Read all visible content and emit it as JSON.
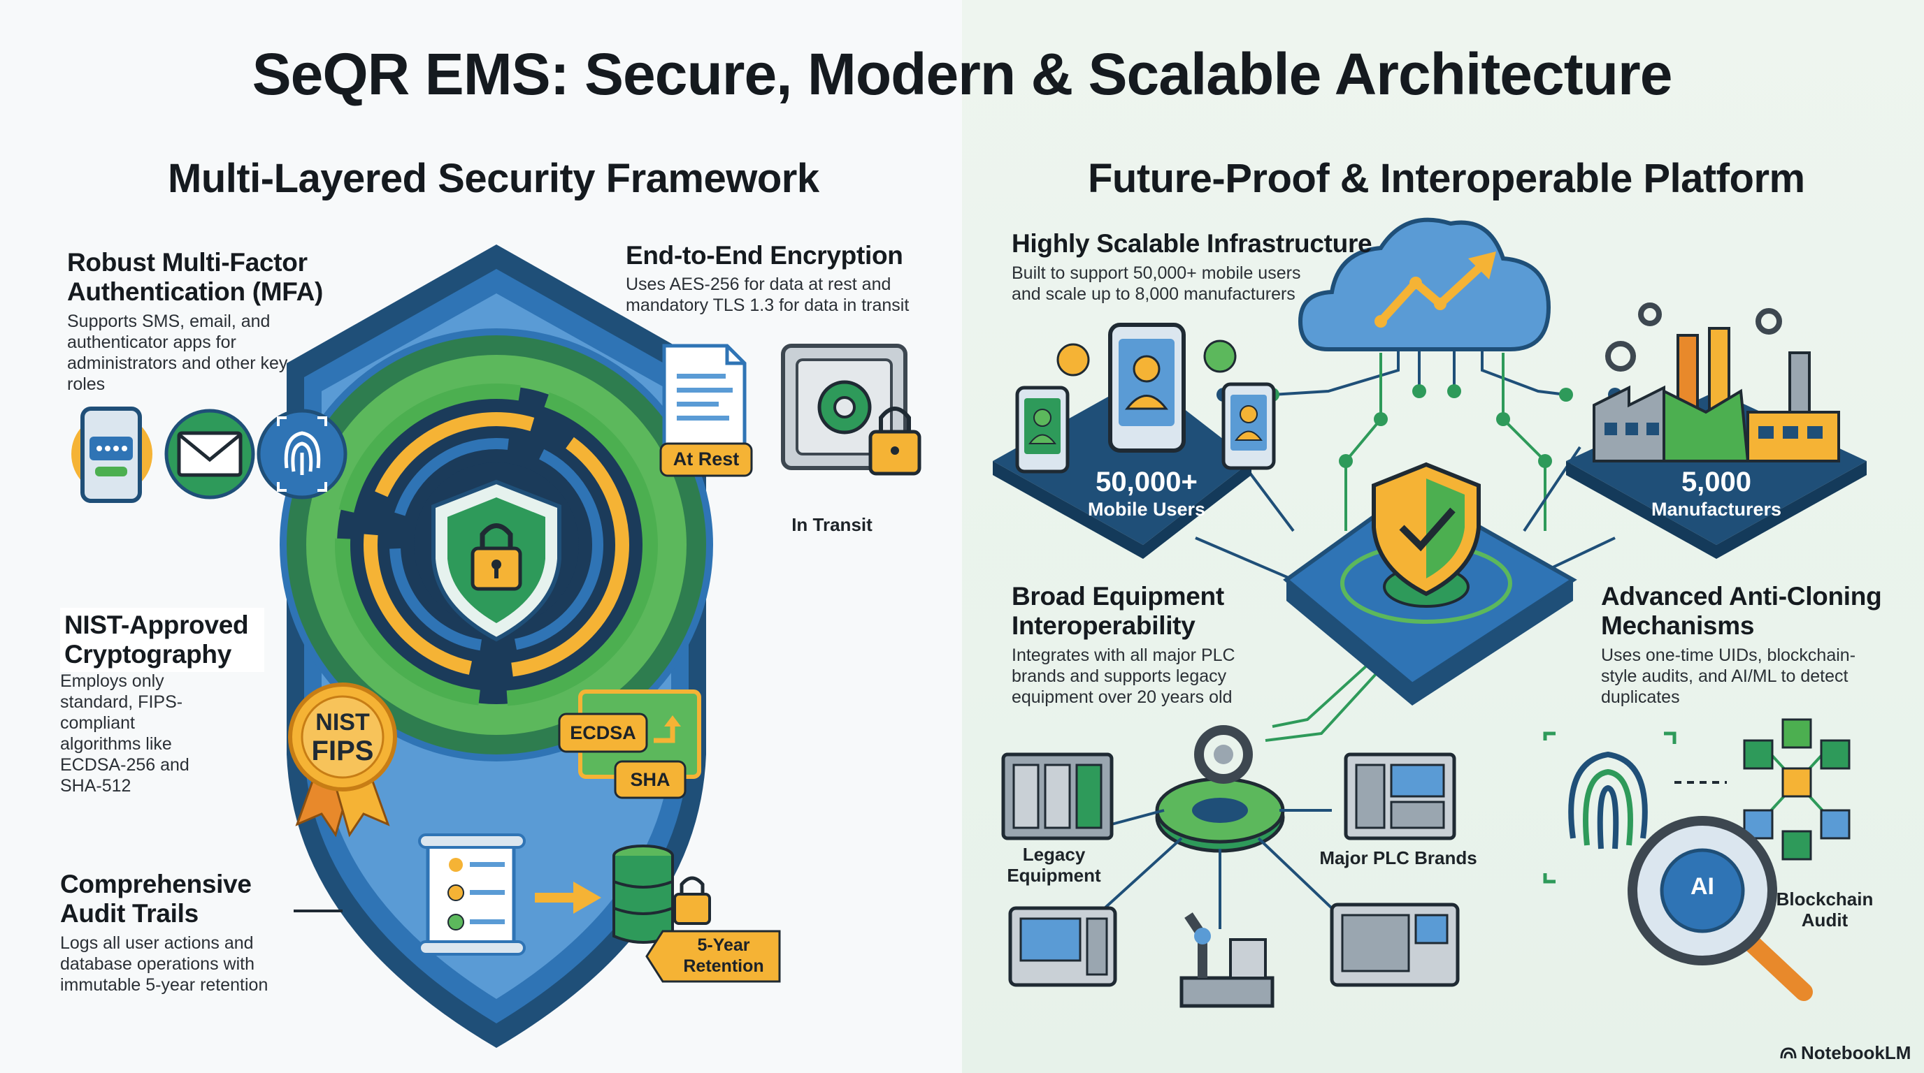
{
  "title": "SeQR EMS: Secure, Modern & Scalable Architecture",
  "colors": {
    "navy": "#1f4f78",
    "blue": "#2f74b5",
    "green": "#4caf50",
    "yellow": "#f5b335",
    "orange": "#e8892b",
    "left_bg": "#f7f9fa",
    "right_bg": "#e9f3eb"
  },
  "left": {
    "heading": "Multi-Layered Security Framework",
    "mfa": {
      "title": "Robust Multi-Factor Authentication (MFA)",
      "desc": "Supports SMS, email, and authenticator apps for administrators and other key roles",
      "icons": [
        "phone-sms-icon",
        "envelope-icon",
        "fingerprint-icon"
      ]
    },
    "encryption": {
      "title": "End-to-End Encryption",
      "desc": "Uses AES-256 for data at rest and mandatory TLS 1.3 for data in transit",
      "at_rest_label": "At Rest",
      "in_transit_label": "In Transit"
    },
    "nist": {
      "title": "NIST-Approved Cryptography",
      "desc": "Employs only standard, FIPS-compliant algorithms like ECDSA-256 and SHA-512",
      "badge_top": "NIST",
      "badge_bottom": "FIPS",
      "algo_1": "ECDSA",
      "algo_2": "SHA"
    },
    "audit": {
      "title": "Comprehensive Audit Trails",
      "desc": "Logs all user actions and database operations with immutable 5-year retention",
      "retention_label": "5-Year Retention"
    }
  },
  "right": {
    "heading": "Future-Proof & Interoperable Platform",
    "scalable": {
      "title": "Highly Scalable Infrastructure",
      "desc": "Built to support 50,000+ mobile users and scale up to 8,000 manufacturers"
    },
    "users_stat": {
      "value": "50,000+",
      "label": "Mobile Users"
    },
    "manufacturers_stat": {
      "value": "5,000",
      "label": "Manufacturers"
    },
    "interop": {
      "title": "Broad Equipment Interoperability",
      "desc": "Integrates with all major PLC brands and supports legacy equipment over 20 years old",
      "legacy_label": "Legacy Equipment",
      "plc_label": "Major PLC Brands"
    },
    "anticlone": {
      "title": "Advanced Anti-Cloning Mechanisms",
      "desc": "Uses one-time UIDs, blockchain-style audits, and AI/ML to detect duplicates",
      "ai_label": "AI",
      "blockchain_label": "Blockchain Audit"
    }
  },
  "footer": {
    "brand": "NotebookLM"
  }
}
